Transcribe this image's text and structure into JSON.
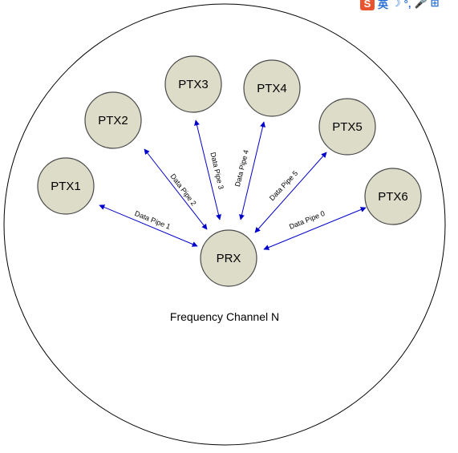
{
  "channel_label": "Frequency Channel N",
  "receiver": {
    "label": "PRX"
  },
  "transmitters": [
    {
      "id": "ptx1",
      "label": "PTX1",
      "pipe_label": "Data Pipe 1"
    },
    {
      "id": "ptx2",
      "label": "PTX2",
      "pipe_label": "Data Pipe 2"
    },
    {
      "id": "ptx3",
      "label": "PTX3",
      "pipe_label": "Data Pipe 3"
    },
    {
      "id": "ptx4",
      "label": "PTX4",
      "pipe_label": "Data Pipe 4"
    },
    {
      "id": "ptx5",
      "label": "PTX5",
      "pipe_label": "Data Pipe 5"
    },
    {
      "id": "ptx6",
      "label": "PTX6",
      "pipe_label": "Data Pipe 0"
    }
  ],
  "colors": {
    "node_fill": "#dcdcc8",
    "node_stroke": "#4a4a4a",
    "arrow": "#0000cc",
    "boundary": "#000000"
  },
  "ime_toolbar": {
    "logo": "S",
    "items": [
      "英",
      "☽",
      "°,",
      "🎤",
      "⊞"
    ]
  }
}
